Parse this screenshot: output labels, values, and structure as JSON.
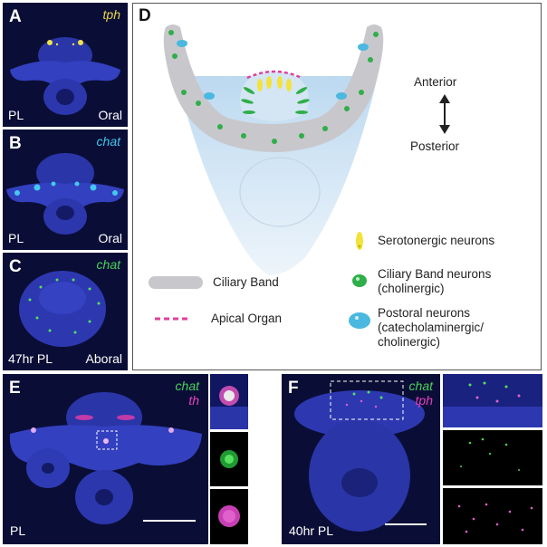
{
  "panels": {
    "A": {
      "label": "A",
      "gene": "tph",
      "gene_color": "#e8d84a",
      "left_text": "PL",
      "right_text": "Oral"
    },
    "B": {
      "label": "B",
      "gene": "chat",
      "gene_color": "#3fc6ee",
      "left_text": "PL",
      "right_text": "Oral"
    },
    "C": {
      "label": "C",
      "gene": "chat",
      "gene_color": "#49d25a",
      "left_text": "47hr PL",
      "right_text": "Aboral"
    },
    "E": {
      "label": "E",
      "gene1": "chat",
      "gene1_color": "#49d25a",
      "gene2": "th",
      "gene2_color": "#e83fbf",
      "left_text": "PL"
    },
    "F": {
      "label": "F",
      "gene1": "chat",
      "gene1_color": "#49d25a",
      "gene2": "tph",
      "gene2_color": "#e83fbf",
      "left_text": "40hr PL"
    }
  },
  "diagram": {
    "label": "D",
    "axis_top": "Anterior",
    "axis_bottom": "Posterior",
    "legend": {
      "ciliary_band": "Ciliary Band",
      "apical_organ": "Apical Organ",
      "serotonergic": "Serotonergic neurons",
      "cb_neurons_line1": "Ciliary Band neurons",
      "cb_neurons_line2": "(cholinergic)",
      "postoral_line1": "Postoral neurons",
      "postoral_line2": "(catecholaminergic/",
      "postoral_line3": "cholinergic)"
    },
    "colors": {
      "ciliary_band": "#c8c8cc",
      "apical_organ": "#e0409a",
      "serotonergic": "#f2e23a",
      "cb_neuron": "#2fae4a",
      "postoral": "#4bb8e0",
      "body": "#cfe4f4"
    }
  }
}
